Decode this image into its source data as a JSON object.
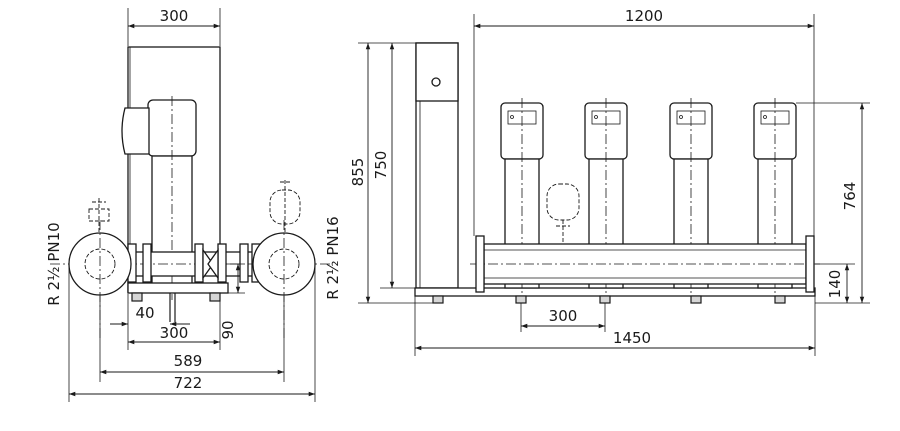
{
  "side_view": {
    "dim_top_width": "300",
    "dim_foot_offset": "40",
    "dim_foot_spacing": "300",
    "dim_height_low": "90",
    "dim_inner_width": "589",
    "dim_outer_width": "722",
    "label_inlet": "R 2½ PN10",
    "label_outlet": "R 2½ PN16"
  },
  "front_view": {
    "dim_pump_span": "1200",
    "dim_total_height": "855",
    "dim_cabinet_height": "750",
    "dim_header_height": "764",
    "dim_pipe_height": "140",
    "dim_foot_spacing": "300",
    "dim_total_length": "1450"
  },
  "colors": {
    "line": "#1a1a1a",
    "background": "#ffffff"
  }
}
